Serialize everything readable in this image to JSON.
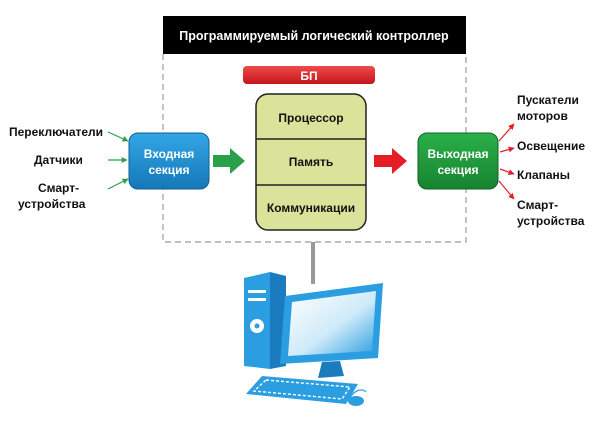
{
  "plc": {
    "title": "Программируемый логический контроллер",
    "power_supply": "БП",
    "processor": "Процессор",
    "memory": "Память",
    "communications": "Коммуникации"
  },
  "input_section": {
    "line1": "Входная",
    "line2": "секция",
    "inputs": [
      {
        "line1": "Переключатели",
        "line2": ""
      },
      {
        "line1": "Датчики",
        "line2": ""
      },
      {
        "line1": "Смарт-",
        "line2": "устройства"
      }
    ]
  },
  "output_section": {
    "line1": "Выходная",
    "line2": "секция",
    "outputs": [
      {
        "line1": "Пускатели",
        "line2": "моторов"
      },
      {
        "line1": "Освещение",
        "line2": ""
      },
      {
        "line1": "Клапаны",
        "line2": ""
      },
      {
        "line1": "Смарт-",
        "line2": "устройства"
      }
    ]
  },
  "colors": {
    "title_bar": "#000000",
    "power_supply": "#e31e24",
    "core_fill": "#dbe39a",
    "input_section": "#1b8fd4",
    "output_section": "#1e9a3c",
    "input_arrows": "#2aa04a",
    "output_arrows": "#e31e24",
    "connector_line": "#999999",
    "computer": "#2a9ee0"
  },
  "icons": {
    "computer": "desktop-computer-icon"
  }
}
